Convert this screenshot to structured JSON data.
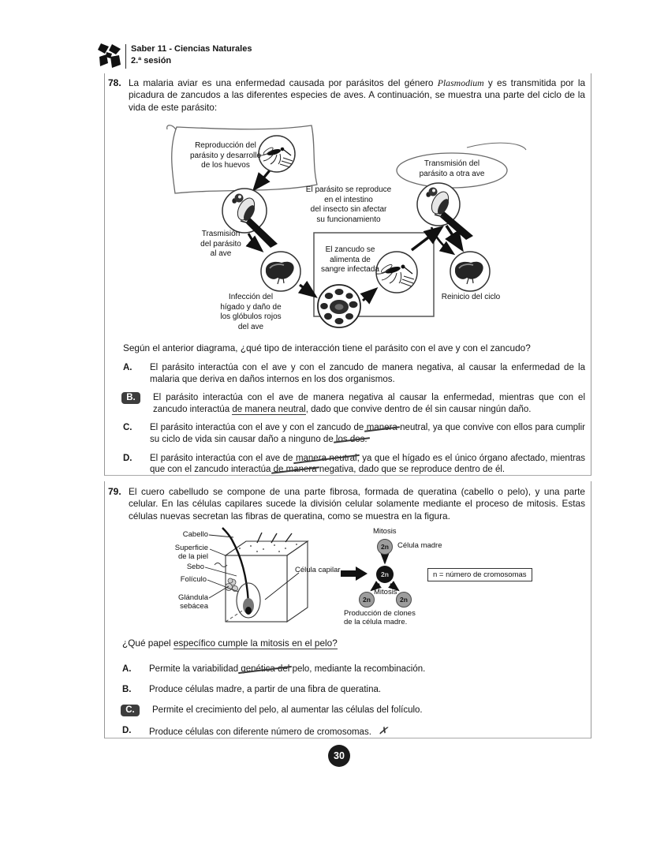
{
  "header": {
    "brand_line1": "Saber 11 - Ciencias Naturales",
    "brand_line2": "2.ª sesión"
  },
  "q78": {
    "number": "78.",
    "intro_p0": "La malaria aviar es una enfermedad causada por parásitos del género ",
    "intro_italic": "Plasmodium",
    "intro_p1": " y es transmitida por la picadura de zancudos a las diferentes especies de aves. A continuación, se muestra una parte del ciclo de la vida de este parásito:",
    "diagram": {
      "reproduccion": "Reproducción del\nparásito y desarrollo\nde los huevos",
      "reproduce_intestino": "El parásito se reproduce\nen el intestino\ndel insecto sin afectar\nsu funcionamiento",
      "transmision_otra_ave": "Transmisión del\nparásito a otra ave",
      "trasmision_al_ave": "Trasmisión\ndel parásito\nal ave",
      "infeccion_higado": "Infección del\nhígado y daño de\nlos glóbulos rojos\ndel ave",
      "zancudo_alimenta": "El zancudo se\nalimenta de\nsangre infectada",
      "reinicio": "Reinicio del ciclo"
    },
    "question": "Según el anterior diagrama, ¿qué tipo de interacción tiene el parásito con el ave y con el zancudo?",
    "options": [
      {
        "letter": "A.",
        "selected": false,
        "p0": "El parásito interactúa con el ave y con el zancudo de manera negativa, al causar la enfermedad de la malaria que deriva en daños internos en los dos organismos."
      },
      {
        "letter": "B.",
        "selected": true,
        "p0": "El parásito interactúa con el ave de manera negativa al causar la enfermedad, mientras que con el zancudo interactúa ",
        "p1": "de manera neutral",
        "p2": ", dado que convive dentro de él sin causar ningún daño."
      },
      {
        "letter": "C.",
        "selected": false,
        "p0": "El parásito interactúa con el ave y con el zancudo de ",
        "p1": "manera",
        "p2": " neutral, ya que convive con ellos para cumplir su ciclo de vida sin causar daño a ninguno de ",
        "p3": "los dos."
      },
      {
        "letter": "D.",
        "selected": false,
        "p0": "El parásito interactúa con el ave de ",
        "p1": "manera neutral",
        "p2": ", ya que el hígado es el único órgano afectado, mientras que con el zancudo interactúa ",
        "p3": "de manera",
        "p4": " negativa, dado que se reproduce dentro de él."
      }
    ]
  },
  "q79": {
    "number": "79.",
    "intro": "El cuero cabelludo se compone de una parte fibrosa, formada de queratina (cabello o pelo), y una parte celular. En las células capilares sucede la división celular solamente mediante el proceso de mitosis. Estas células nuevas secretan las fibras de queratina, como se muestra en la figura.",
    "figure": {
      "cabello": "Cabello",
      "superficie": "Superficie\nde la piel",
      "sebo": "Sebo",
      "foliculo": "Folículo",
      "glandula": "Glándula\nsebácea",
      "celula_capilar": "Célula capilar",
      "mitosis_top": "Mitosis",
      "celula_madre": "Célula madre",
      "mitosis_bottom": "Mitosis",
      "cell_label": "2n",
      "produccion": "Producción de clones\nde la célula madre.",
      "legend": "n = número de cromosomas"
    },
    "question_p0": "¿Qué papel ",
    "question_p1": "específico cumple la mitosis en el pelo?",
    "options": [
      {
        "letter": "A.",
        "selected": false,
        "p0": "Permite la variabilidad ",
        "p1": "genética del",
        "p2": " pelo, mediante la recombinación."
      },
      {
        "letter": "B.",
        "selected": false,
        "p0": "Produce células madre, a partir de una fibra de queratina."
      },
      {
        "letter": "C.",
        "selected": true,
        "p0": "Permite el crecimiento del pelo, al aumentar las células del folículo."
      },
      {
        "letter": "D.",
        "selected": false,
        "p0": "Produce células con diferente número de cromosomas.",
        "x_mark": "✗"
      }
    ]
  },
  "footer": {
    "page_number": "30"
  }
}
